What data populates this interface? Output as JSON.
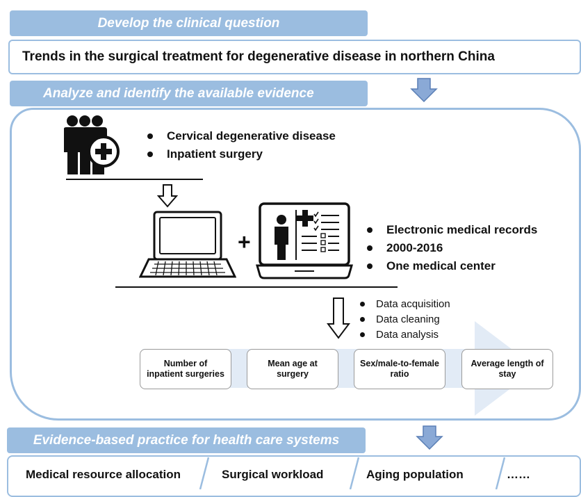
{
  "headers": {
    "develop": "Develop the clinical question",
    "analyze": "Analyze and identify the available evidence",
    "evidence": "Evidence-based practice for health care systems"
  },
  "question": "Trends in the surgical treatment for degenerative disease in northern China",
  "population_bullets": [
    "Cervical degenerative disease",
    "Inpatient surgery"
  ],
  "plus_sign": "+",
  "records_bullets": [
    "Electronic medical records",
    "2000-2016",
    "One medical center"
  ],
  "process_bullets": [
    "Data acquisition",
    "Data cleaning",
    "Data analysis"
  ],
  "metrics": [
    "Number of inpatient surgeries",
    "Mean age at surgery",
    "Sex/male-to-female ratio",
    "Average length of stay"
  ],
  "outcomes": [
    "Medical resource allocation",
    "Surgical workload",
    "Aging population",
    "……"
  ],
  "colors": {
    "accent": "#9bbde0",
    "arrow_fill": "#8aa9d6",
    "arrow_stroke": "#5a7fb5",
    "flow_arrow": "#e2ebf6"
  }
}
